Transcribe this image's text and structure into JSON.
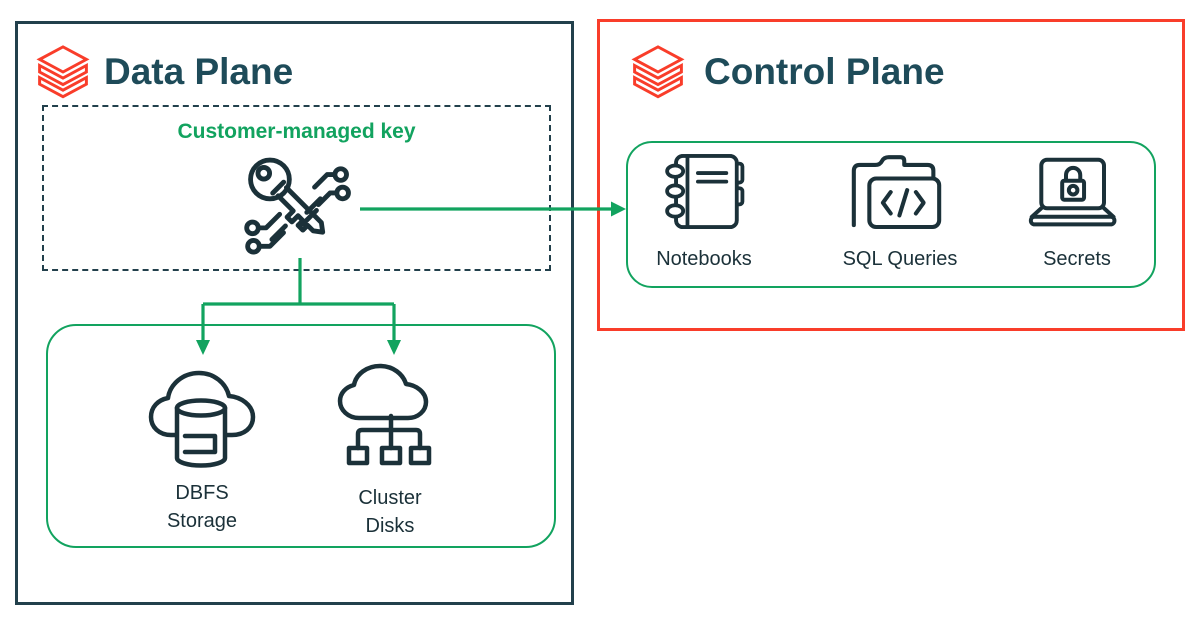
{
  "colors": {
    "navy_border": "#22404C",
    "icon_ink": "#1B3139",
    "title_teal": "#1E4B59",
    "green": "#12A35F",
    "red": "#F93D2A",
    "background": "#FFFFFF"
  },
  "data_plane": {
    "title": "Data Plane",
    "customer_managed_key_label": "Customer-managed key",
    "dbfs_storage": {
      "line1": "DBFS",
      "line2": "Storage"
    },
    "cluster_disks": {
      "line1": "Cluster",
      "line2": "Disks"
    }
  },
  "control_plane": {
    "title": "Control Plane",
    "notebooks_label": "Notebooks",
    "sql_queries_label": "SQL Queries",
    "secrets_label": "Secrets"
  },
  "icons": {
    "databricks-logo-icon": "red stacked-layers logo",
    "key-circuit-icon": "diagonal key with circuit nodes",
    "cloud-database-icon": "cloud with database cylinder",
    "cloud-cluster-icon": "cloud with three networked disks",
    "notebook-icon": "ring-bound notebook",
    "folder-code-icon": "folder with </> code",
    "laptop-lock-icon": "laptop with padlock"
  },
  "arrows": {
    "key_to_control_plane": "customer-managed key to control plane services",
    "key_to_storage": "customer-managed key to DBFS storage and cluster disks"
  }
}
